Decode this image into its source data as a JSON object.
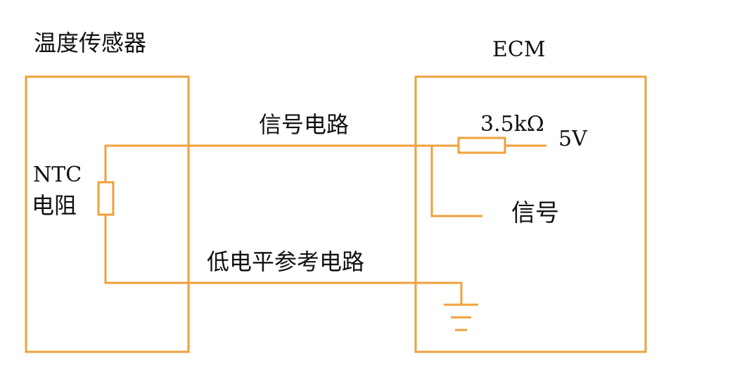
{
  "labels": {
    "sensor_title": "温度传感器",
    "ecm_title": "ECM",
    "signal_circuit": "信号电路",
    "resistor_value": "3.5kΩ",
    "supply_voltage": "5V",
    "signal": "信号",
    "ntc_line1": "NTC",
    "ntc_line2": "电阻",
    "low_ref_circuit": "低电平参考电路"
  },
  "colors": {
    "wire": "#F0A03C",
    "text": "#111111"
  }
}
